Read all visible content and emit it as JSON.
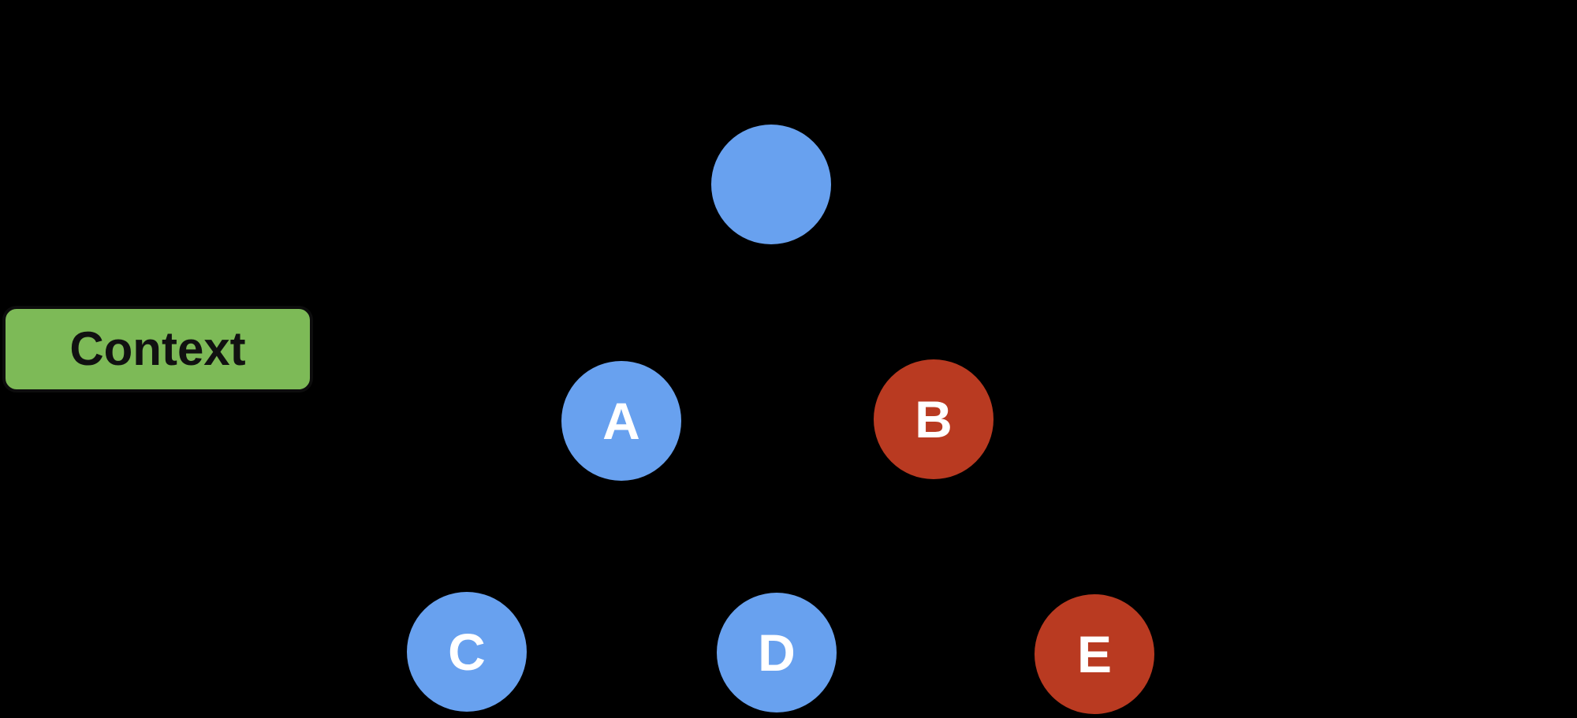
{
  "page": {
    "background_color": "#000000"
  },
  "diagram": {
    "type": "tree",
    "context_label": "Context",
    "context_box": {
      "fill_color": "#7DBA57",
      "border_color": "#0d0d0d",
      "text_color": "#111111"
    },
    "node_text_color": "#FFFFFF",
    "palette": {
      "blue": "#68A1EF",
      "red": "#B93A21",
      "green": "#7DBA57"
    },
    "nodes": [
      {
        "id": "root",
        "label": "",
        "color_name": "blue",
        "color": "#68A1EF",
        "row": "top"
      },
      {
        "id": "A",
        "label": "A",
        "color_name": "blue",
        "color": "#68A1EF",
        "row": "middle"
      },
      {
        "id": "B",
        "label": "B",
        "color_name": "red",
        "color": "#B93A21",
        "row": "middle"
      },
      {
        "id": "C",
        "label": "C",
        "color_name": "blue",
        "color": "#68A1EF",
        "row": "bottom"
      },
      {
        "id": "D",
        "label": "D",
        "color_name": "blue",
        "color": "#68A1EF",
        "row": "bottom"
      },
      {
        "id": "E",
        "label": "E",
        "color_name": "red",
        "color": "#B93A21",
        "row": "bottom"
      }
    ]
  }
}
